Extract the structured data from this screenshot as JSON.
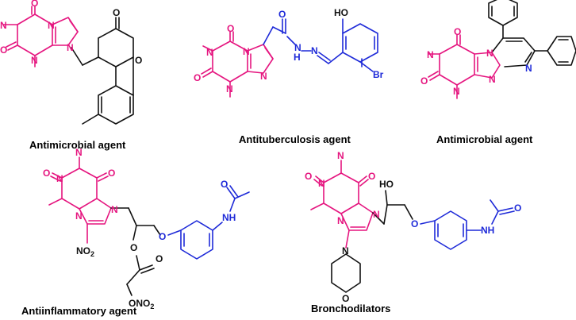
{
  "colors": {
    "xanthine_core": "#e5157f",
    "substituent_blue": "#1e2ad8",
    "bonds_black": "#111111",
    "background": "#ffffff"
  },
  "captions": {
    "c1": "Antimicrobial agent",
    "c2": "Antituberculosis agent",
    "c3": "Antimicrobial agent",
    "c4": "Antiinflammatory agent",
    "c5": "Bronchodilators"
  },
  "atoms": {
    "o": "O",
    "n": "N",
    "oh": "HO",
    "ho": "OH",
    "br": "Br",
    "nh": "NH",
    "hyd": "H",
    "no2": "NO",
    "two": "2",
    "ono2": "ONO"
  }
}
